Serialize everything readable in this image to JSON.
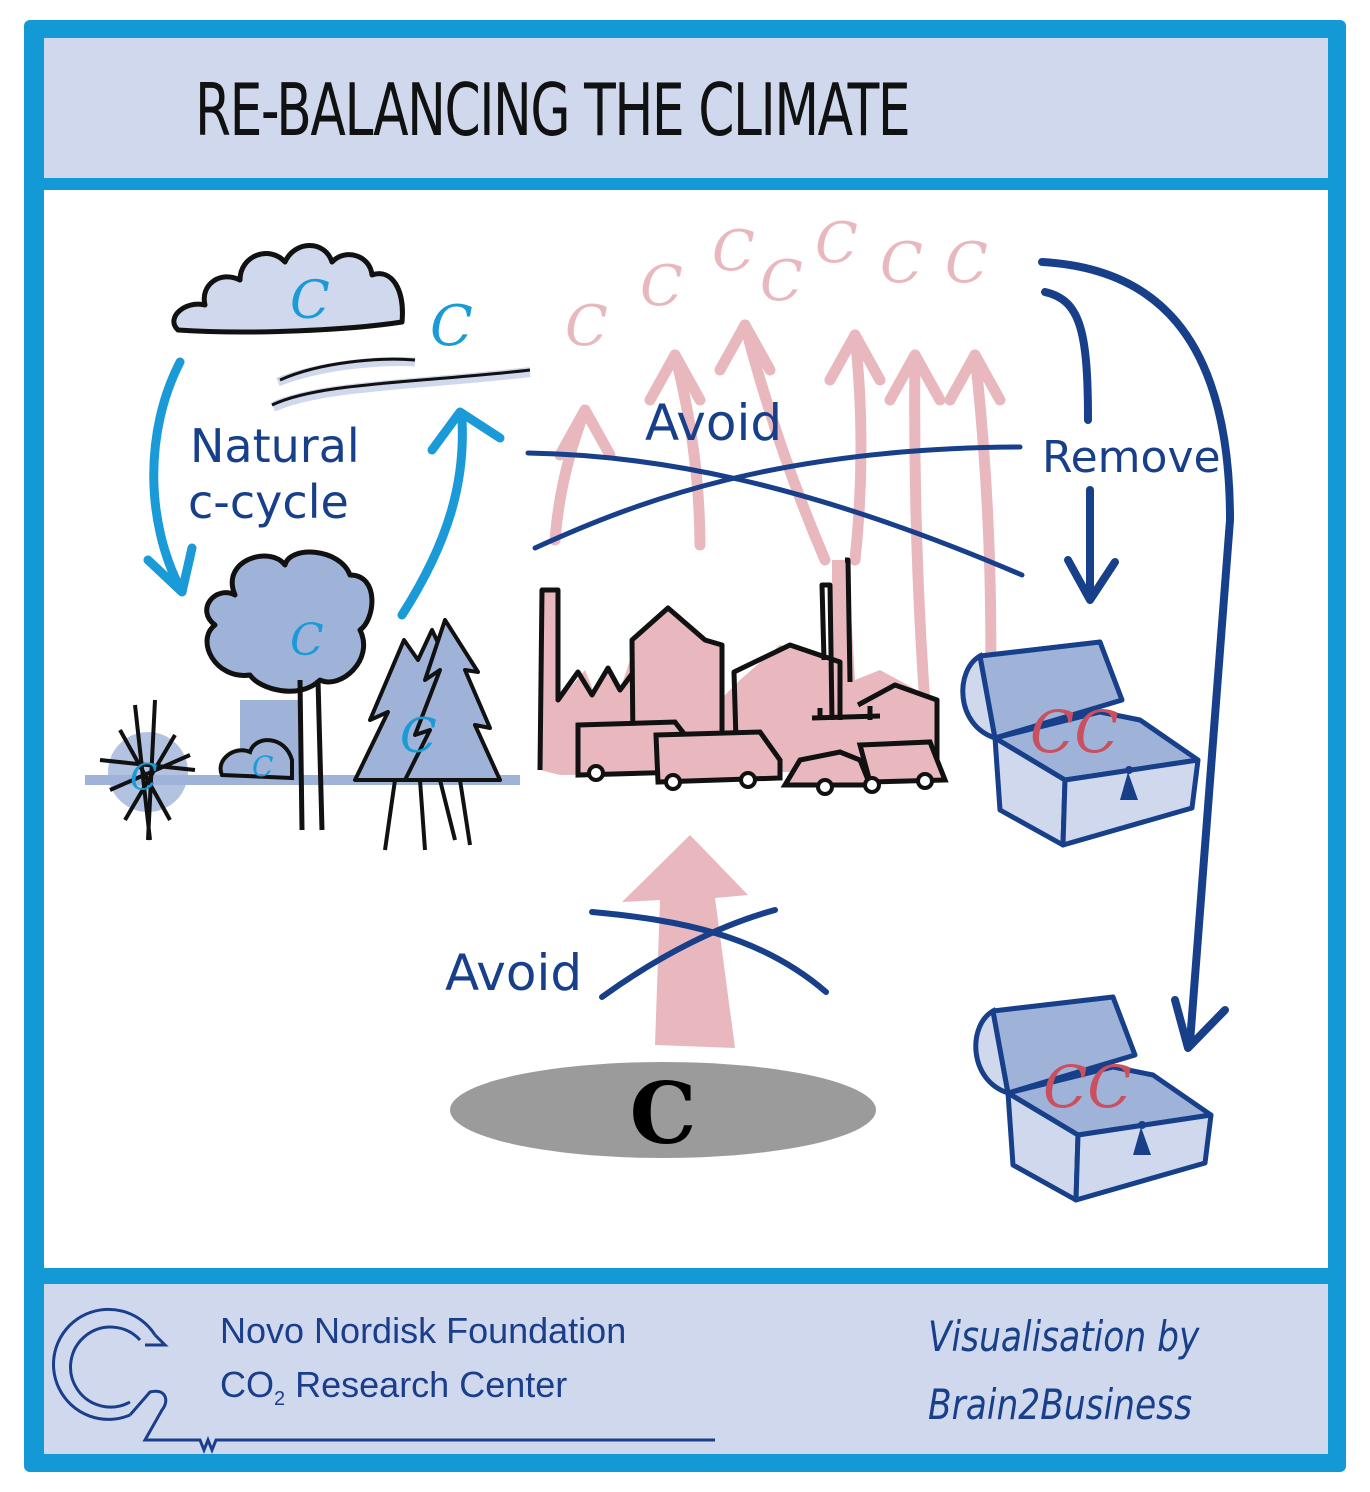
{
  "header": {
    "title": "RE-BALANCING THE CLIMATE"
  },
  "diagram": {
    "natural_cycle_label_line1": "Natural",
    "natural_cycle_label_line2": "c-cycle",
    "avoid_top_label": "Avoid",
    "remove_label": "Remove",
    "avoid_bottom_label": "Avoid",
    "carbon_symbol": "C",
    "ground_carbon_symbol": "C",
    "stored_carbon_symbol": "CC",
    "emission_count": 7,
    "colors": {
      "frame_blue": "#1399d5",
      "panel_lavender": "#cfd8ec",
      "navy": "#173f8a",
      "emission_pink": "#e8b8be",
      "stored_red": "#c9505e",
      "natural_blue": "#1a9ad6",
      "plant_fill": "#9fb3d9",
      "ground_gray": "#9b9b9b"
    }
  },
  "footer": {
    "org_line1": "Novo Nordisk Foundation",
    "org_line2_prefix": "CO",
    "org_line2_sub": "2",
    "org_line2_suffix": " Research Center",
    "credit_line1": "Visualisation by",
    "credit_line2": "Brain2Business"
  }
}
